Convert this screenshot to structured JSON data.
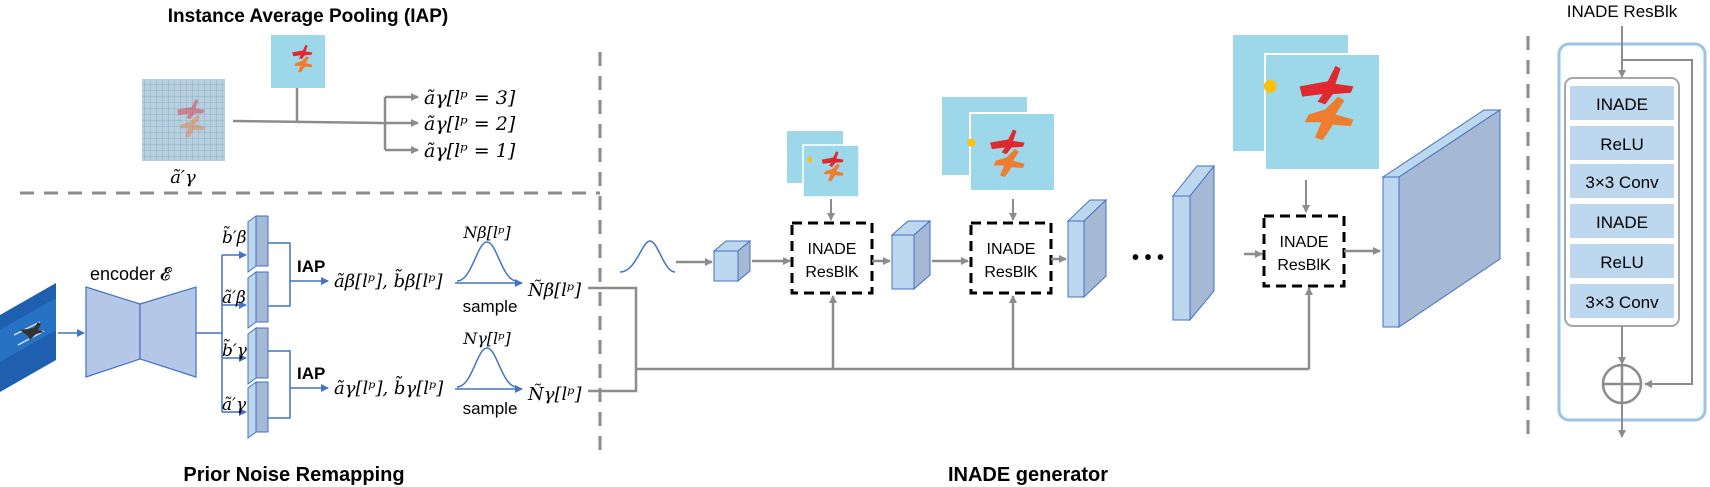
{
  "iap": {
    "title": "Instance Average Pooling (IAP)",
    "input_label": "ã′γ",
    "outputs": [
      "ãγ[lᵖ = 3]",
      "ãγ[lᵖ = 2]",
      "ãγ[lᵖ = 1]"
    ]
  },
  "prior": {
    "title": "Prior Noise Remapping",
    "encoder_label": "encoder 𝓔",
    "feature_labels": [
      "b̃′β",
      "ã′β",
      "b̃′γ",
      "ã′γ"
    ],
    "iap_label": "IAP",
    "beta_stats": "ãβ[lᵖ], b̃β[lᵖ]",
    "gamma_stats": "ãγ[lᵖ], b̃γ[lᵖ]",
    "beta_dist": "Nβ[lᵖ]",
    "gamma_dist": "Nγ[lᵖ]",
    "sample_label": "sample",
    "beta_noise": "Ñβ[lᵖ]",
    "gamma_noise": "Ñγ[lᵖ]"
  },
  "generator": {
    "title": "INADE generator",
    "block_label_line1": "INADE",
    "block_label_line2": "ResBlK",
    "ellipsis": "• • •"
  },
  "resblk": {
    "title": "INADE ResBlk",
    "layers": [
      "INADE",
      "ReLU",
      "3×3 Conv",
      "INADE",
      "ReLU",
      "3×3 Conv"
    ]
  },
  "colors": {
    "arrow": "#8c8c8c",
    "blue_arrow": "#4472c4",
    "block_fill": "#bdd7ee",
    "block_front": "#a5b8d4",
    "layer_fill": "#bdd7ee",
    "mask_bg": "#9dd8ea",
    "red": "#e0282e",
    "orange": "#ef7d30",
    "yellow": "#ffc000",
    "dashed": "#8c8c8c"
  }
}
